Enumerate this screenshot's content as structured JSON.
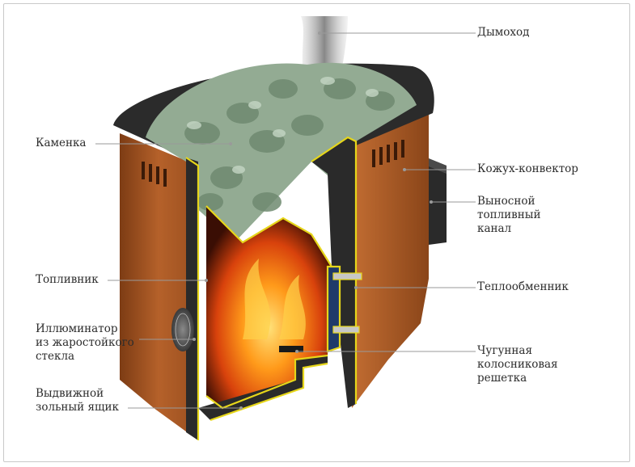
{
  "diagram": {
    "labels": {
      "chimney": "Дымоход",
      "stones": "Каменка",
      "convector": "Кожух-конвектор",
      "remote_channel": "Выносной\nтопливный\nканал",
      "firebox": "Топливник",
      "heat_exchanger": "Теплообменник",
      "window": "Иллюминатор\nиз жаростойкого\nстекла",
      "grate": "Чугунная\nколосниковая\nрешетка",
      "ash_drawer": "Выдвижной\nзольный ящик"
    },
    "colors": {
      "casing": "#b5612a",
      "casing_dark": "#8a4519",
      "metal": "#2e2e2e",
      "accent": "#e6d61a",
      "fire": "#f07a12",
      "stones": "#8ea88e",
      "leader": "#9a9a9a"
    }
  }
}
